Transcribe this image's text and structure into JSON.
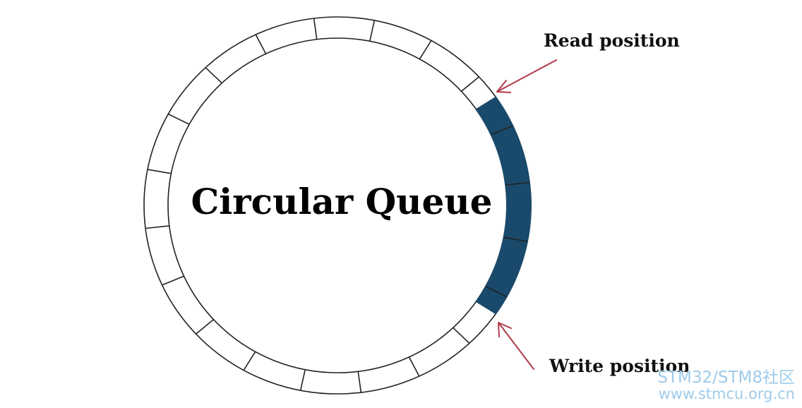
{
  "diagram": {
    "title": "Circular Queue",
    "read_label": "Read position",
    "write_label": "Write position",
    "colors": {
      "filled_segment": "#1a4a6b",
      "arrow": "#b03a4a",
      "ring_outline": "#222222"
    },
    "queue": {
      "slot_count": 20,
      "filled_slot_count": 4
    }
  },
  "watermark": {
    "line1": "STM32/STM8社区",
    "line2": "www.stmcu.org.cn"
  }
}
